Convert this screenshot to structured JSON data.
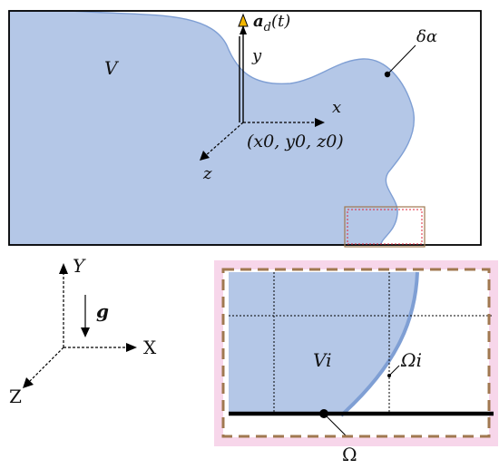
{
  "labels": {
    "domain_v": "V",
    "boundary_delta": "δα",
    "accel_main": "a",
    "accel_sub": "d",
    "accel_arg": "(t)",
    "axis_y": "y",
    "axis_x": "x",
    "axis_z": "z",
    "origin": "(x0, y0, z0)",
    "global_y": "Y",
    "global_x": "X",
    "global_z": "Z",
    "gravity": "g",
    "cell_v": "Vi",
    "cell_omega_i": "Ωi",
    "omega": "Ω"
  },
  "colors": {
    "fluid_fill": "#b4c7e7",
    "fluid_edge": "#7f9fd4",
    "frame": "#000000",
    "inset_marker": "#e0263b",
    "inset_border": "#a07850",
    "inset_glow": "#f7d6ea",
    "arrow_tip": "#f2b600",
    "axis": "#000000"
  }
}
